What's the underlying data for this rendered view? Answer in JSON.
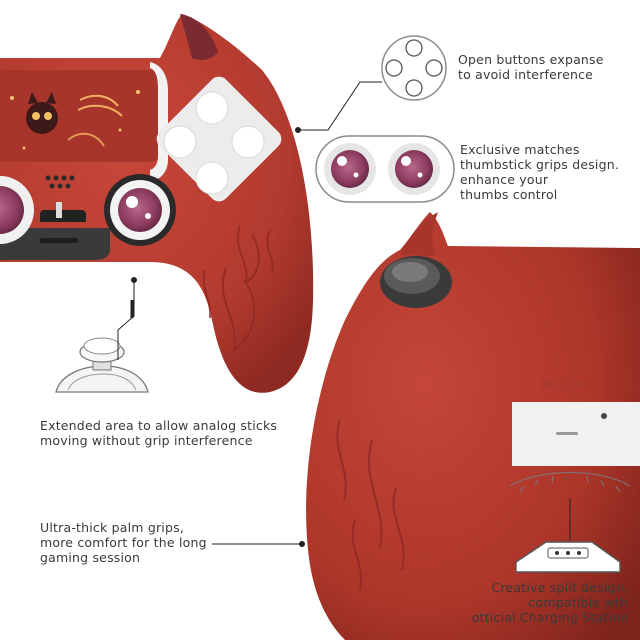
{
  "captions": {
    "open_buttons": "Open buttons expanse\nto avoid interference",
    "thumbstick": "Exclusive matches\nthumbstick grips design.\nenhance your\nthumbs control",
    "extended_area": "Extended area to allow analog sticks\nmoving without grip interference",
    "palm_grips": "Ultra-thick palm grips,\nmore comfort for the long\ngaming session",
    "split_design": "Creative split design,\ncompatible wth\notticial Charging Station"
  },
  "brand_mark": "PlayVital",
  "colors": {
    "skin_red": "#b23a2e",
    "skin_dark": "#8e2a22",
    "thumb_purple": "#8a3a5c",
    "caption_text": "#3a3a3a"
  }
}
